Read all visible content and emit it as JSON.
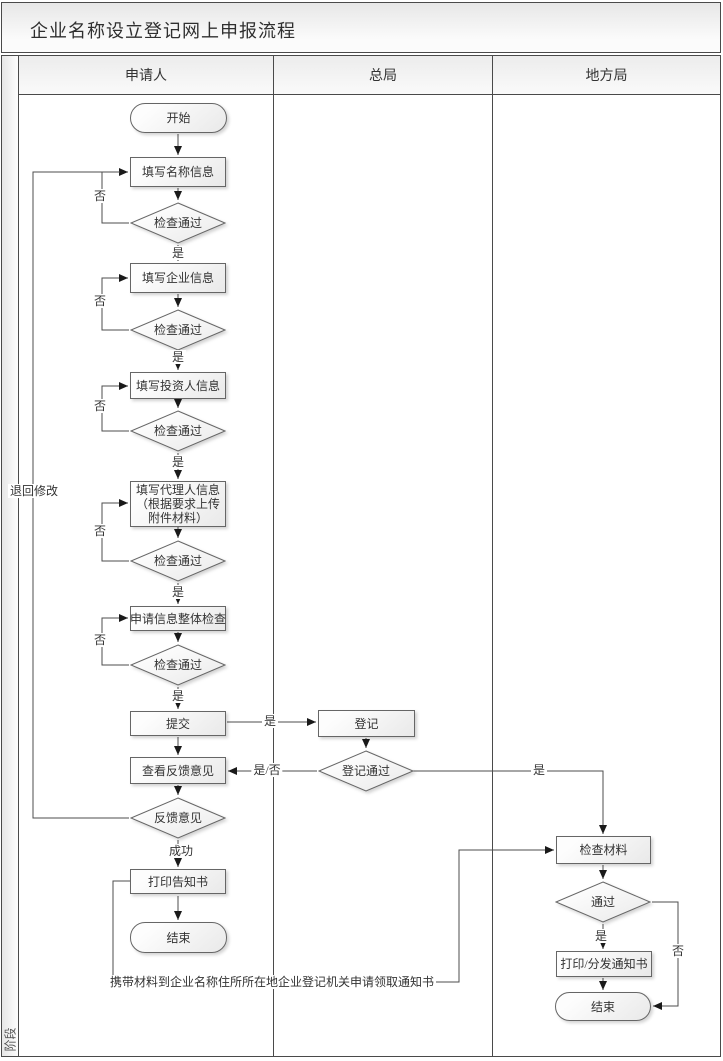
{
  "title": "企业名称设立登记网上申报流程",
  "phase_label": "阶段",
  "lanes": {
    "applicant": "申请人",
    "central": "总局",
    "local": "地方局"
  },
  "nodes": {
    "start": "开始",
    "fill_name": "填写名称信息",
    "check_pass": "检查通过",
    "fill_company": "填写企业信息",
    "fill_investor": "填写投资人信息",
    "fill_agent": "填写代理人信息（根据要求上传附件材料）",
    "overall_check": "申请信息整体检查",
    "submit": "提交",
    "view_feedback": "查看反馈意见",
    "feedback": "反馈意见",
    "print_notice": "打印告知书",
    "end": "结束",
    "register": "登记",
    "register_pass": "登记通过",
    "check_materials": "检查材料",
    "pass": "通过",
    "print_distribute": "打印/分发通知书",
    "end_local": "结束"
  },
  "edge_labels": {
    "yes": "是",
    "no": "否",
    "yes_no": "是/否",
    "success": "成功",
    "return_edit": "退回修改",
    "pickup_note": "携带材料到企业名称住所所在地企业登记机关申请领取通知书"
  },
  "colors": {
    "line": "#4d4d4d",
    "shape_border": "#666666",
    "text": "#333333",
    "band_fill_top": "#e7e7e7",
    "band_fill_bottom": "#fbfbfb"
  }
}
